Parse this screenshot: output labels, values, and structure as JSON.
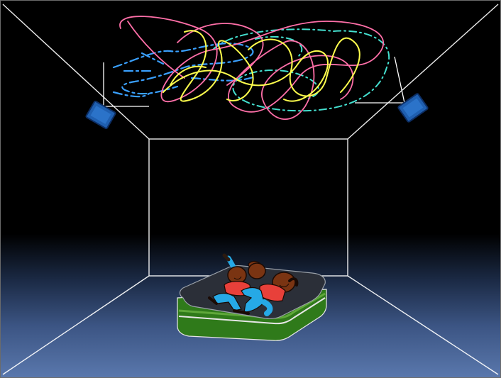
{
  "scene": {
    "name": "slide-illustration",
    "background_top": "#000000",
    "background_bottom": "#5a78ad",
    "wire_color": "#ffffff",
    "speaker_color": "#1f5fb0",
    "light_trail_colors": [
      "#ff6fa8",
      "#ffff4d",
      "#3aa0ff",
      "#44e0d0"
    ],
    "mattress_color": "#2f7a1a",
    "mattress_top_color": "#2b2f38",
    "figures": [
      "child-figure-left",
      "child-figure-right"
    ],
    "shirt_color": "#e8403a",
    "pants_color": "#26a9e6"
  }
}
